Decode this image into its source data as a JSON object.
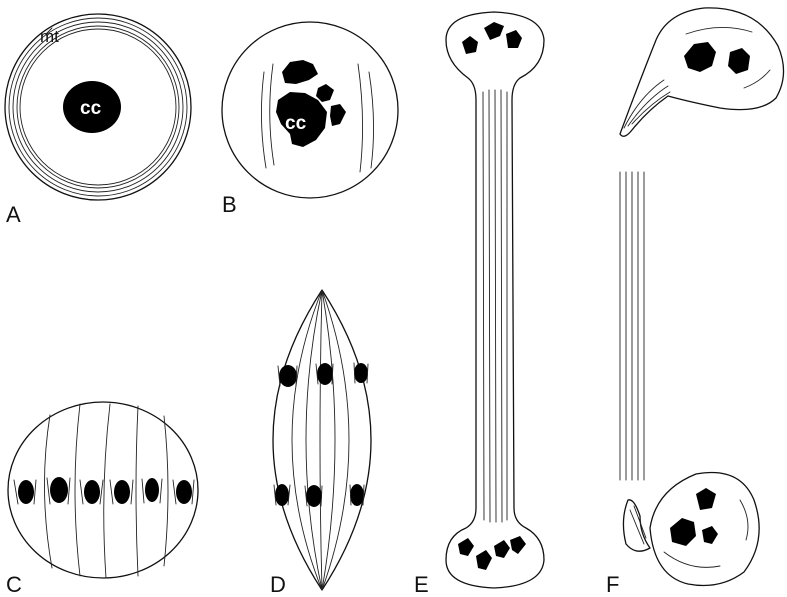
{
  "panels": {
    "a": {
      "label": "A"
    },
    "b": {
      "label": "B"
    },
    "c": {
      "label": "C"
    },
    "d": {
      "label": "D"
    },
    "e": {
      "label": "E"
    },
    "f": {
      "label": "F"
    }
  },
  "annotations": {
    "mt": "mt",
    "cc_a": "cc",
    "cc_b": "cc"
  }
}
